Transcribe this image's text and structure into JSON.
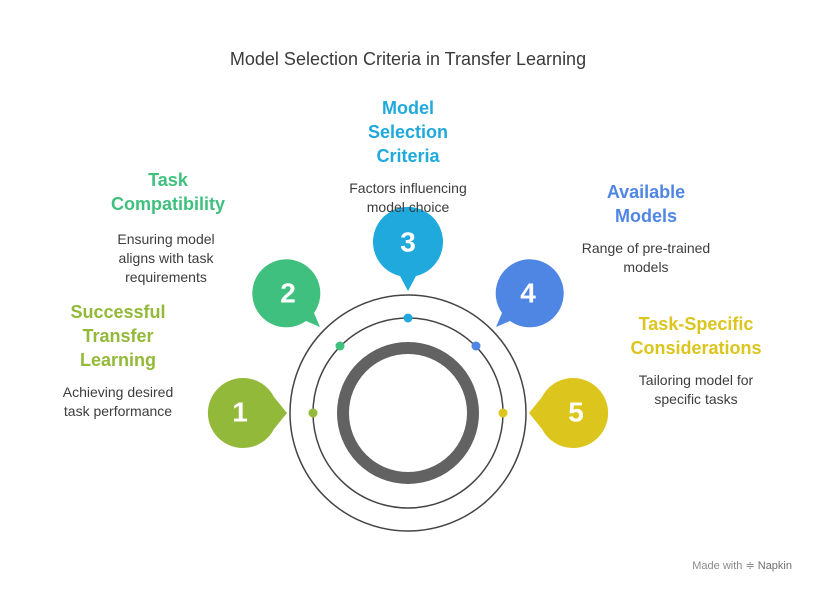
{
  "title": "Model Selection Criteria in Transfer Learning",
  "colors": {
    "c1": "#93b93a",
    "c2": "#40c07e",
    "c3": "#1fa9dc",
    "c4": "#4f86e4",
    "c5": "#dcc51d",
    "ring": "#444444",
    "core": "#626262"
  },
  "items": [
    {
      "number": "1",
      "label": [
        "Successful",
        "Transfer",
        "Learning"
      ],
      "description": [
        "Achieving desired",
        "task performance"
      ]
    },
    {
      "number": "2",
      "label": [
        "Task",
        "Compatibility"
      ],
      "description": [
        "Ensuring model",
        "aligns with task",
        "requirements"
      ]
    },
    {
      "number": "3",
      "label": [
        "Model",
        "Selection",
        "Criteria"
      ],
      "description": [
        "Factors influencing",
        "model choice"
      ]
    },
    {
      "number": "4",
      "label": [
        "Available",
        "Models"
      ],
      "description": [
        "Range of pre-trained",
        "models"
      ]
    },
    {
      "number": "5",
      "label": [
        "Task-Specific",
        "Considerations"
      ],
      "description": [
        "Tailoring model for",
        "specific tasks"
      ]
    }
  ],
  "watermark": {
    "prefix": "Made with",
    "brand": "Napkin"
  }
}
